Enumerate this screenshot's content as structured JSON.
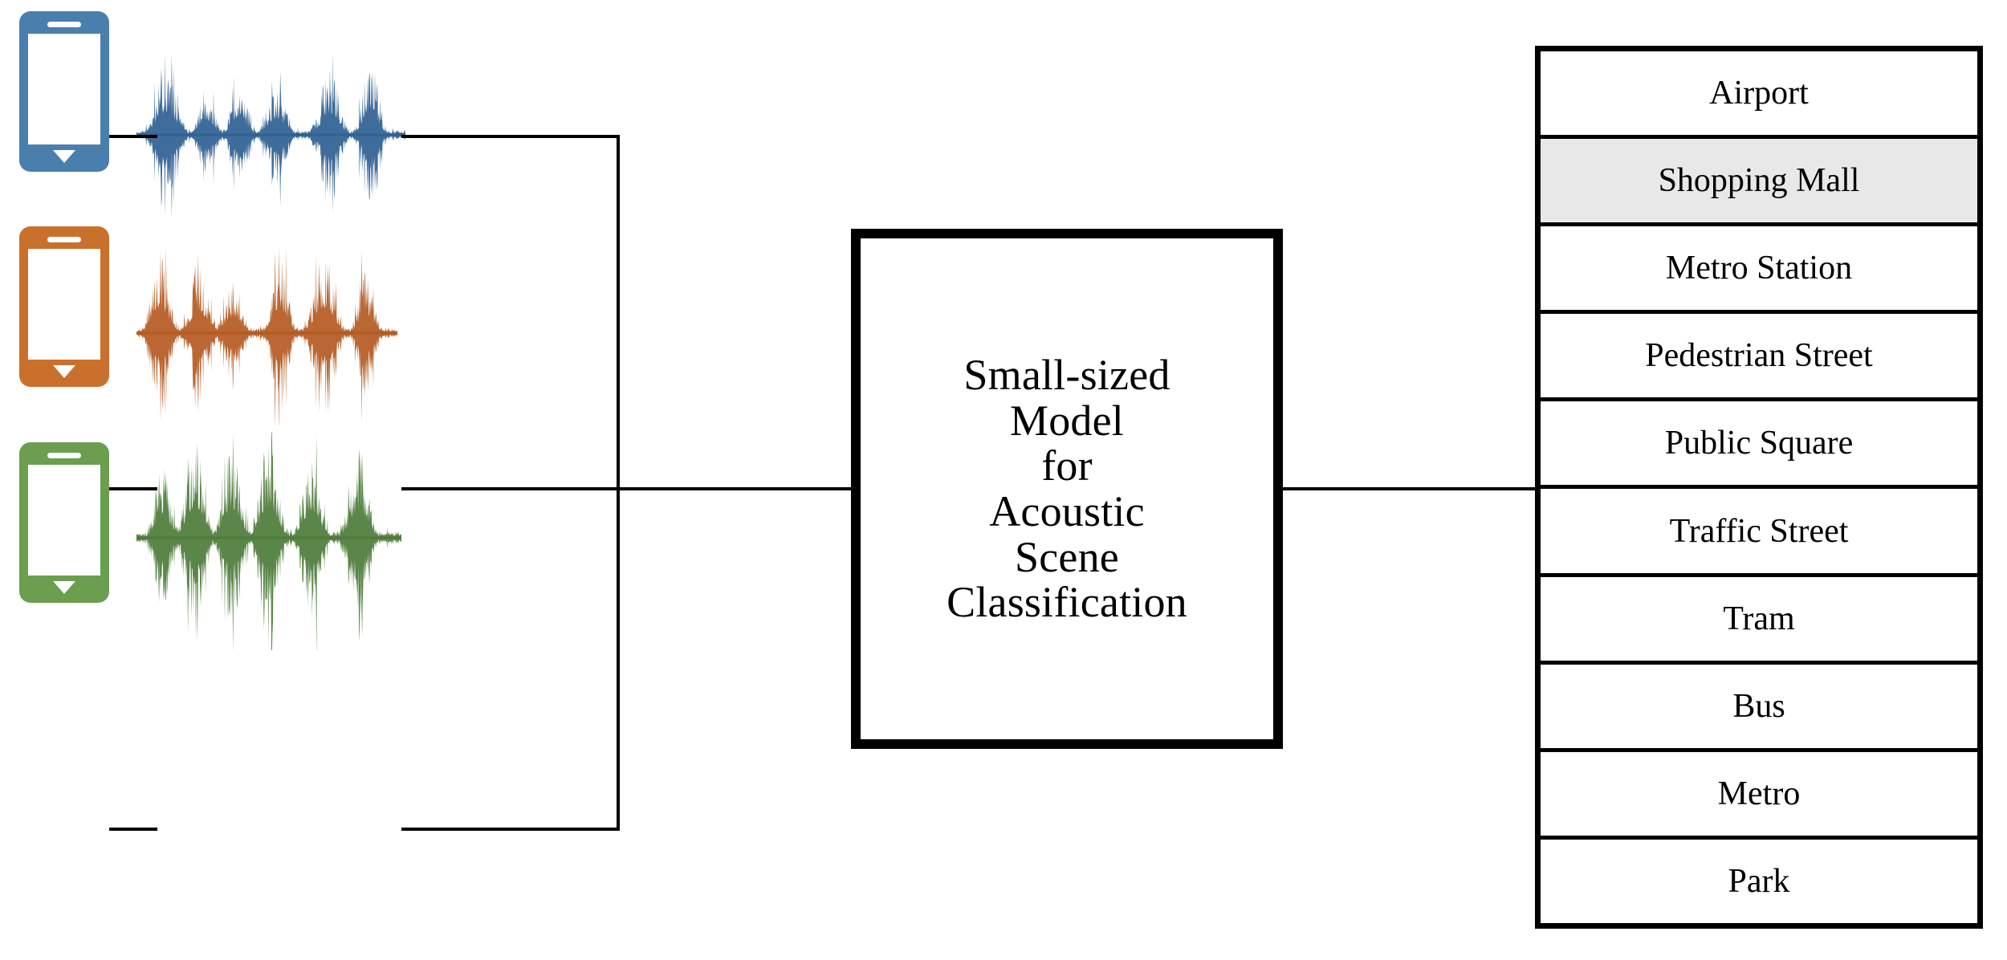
{
  "diagram": {
    "title": "Small-sized Model for Acoustic Scene Classification pipeline",
    "background_color": "#ffffff",
    "line_color": "#000000"
  },
  "devices": [
    {
      "name": "blue-phone",
      "icon": "smartphone-icon",
      "color": "#4a7fad",
      "waveform_color": "#2f6193",
      "waveform_label": "audio-waveform-blue"
    },
    {
      "name": "orange-phone",
      "icon": "smartphone-icon",
      "color": "#c9702c",
      "waveform_color": "#b45a22",
      "waveform_label": "audio-waveform-orange"
    },
    {
      "name": "green-phone",
      "icon": "smartphone-icon",
      "color": "#6b9e4f",
      "waveform_color": "#4d7c3a",
      "waveform_label": "audio-waveform-green"
    }
  ],
  "model": {
    "label": "Small-sized\nModel\nfor\nAcoustic\nScene\nClassification",
    "border_color": "#000000",
    "fill_color": "#ffffff"
  },
  "labels": {
    "highlight_color": "#e8e8e8",
    "highlighted_index": 1,
    "items": [
      {
        "text": "Airport",
        "highlighted": false
      },
      {
        "text": "Shopping Mall",
        "highlighted": true
      },
      {
        "text": "Metro Station",
        "highlighted": false
      },
      {
        "text": "Pedestrian Street",
        "highlighted": false
      },
      {
        "text": "Public Square",
        "highlighted": false
      },
      {
        "text": "Traffic Street",
        "highlighted": false
      },
      {
        "text": "Tram",
        "highlighted": false
      },
      {
        "text": "Bus",
        "highlighted": false
      },
      {
        "text": "Metro",
        "highlighted": false
      },
      {
        "text": "Park",
        "highlighted": false
      }
    ]
  }
}
